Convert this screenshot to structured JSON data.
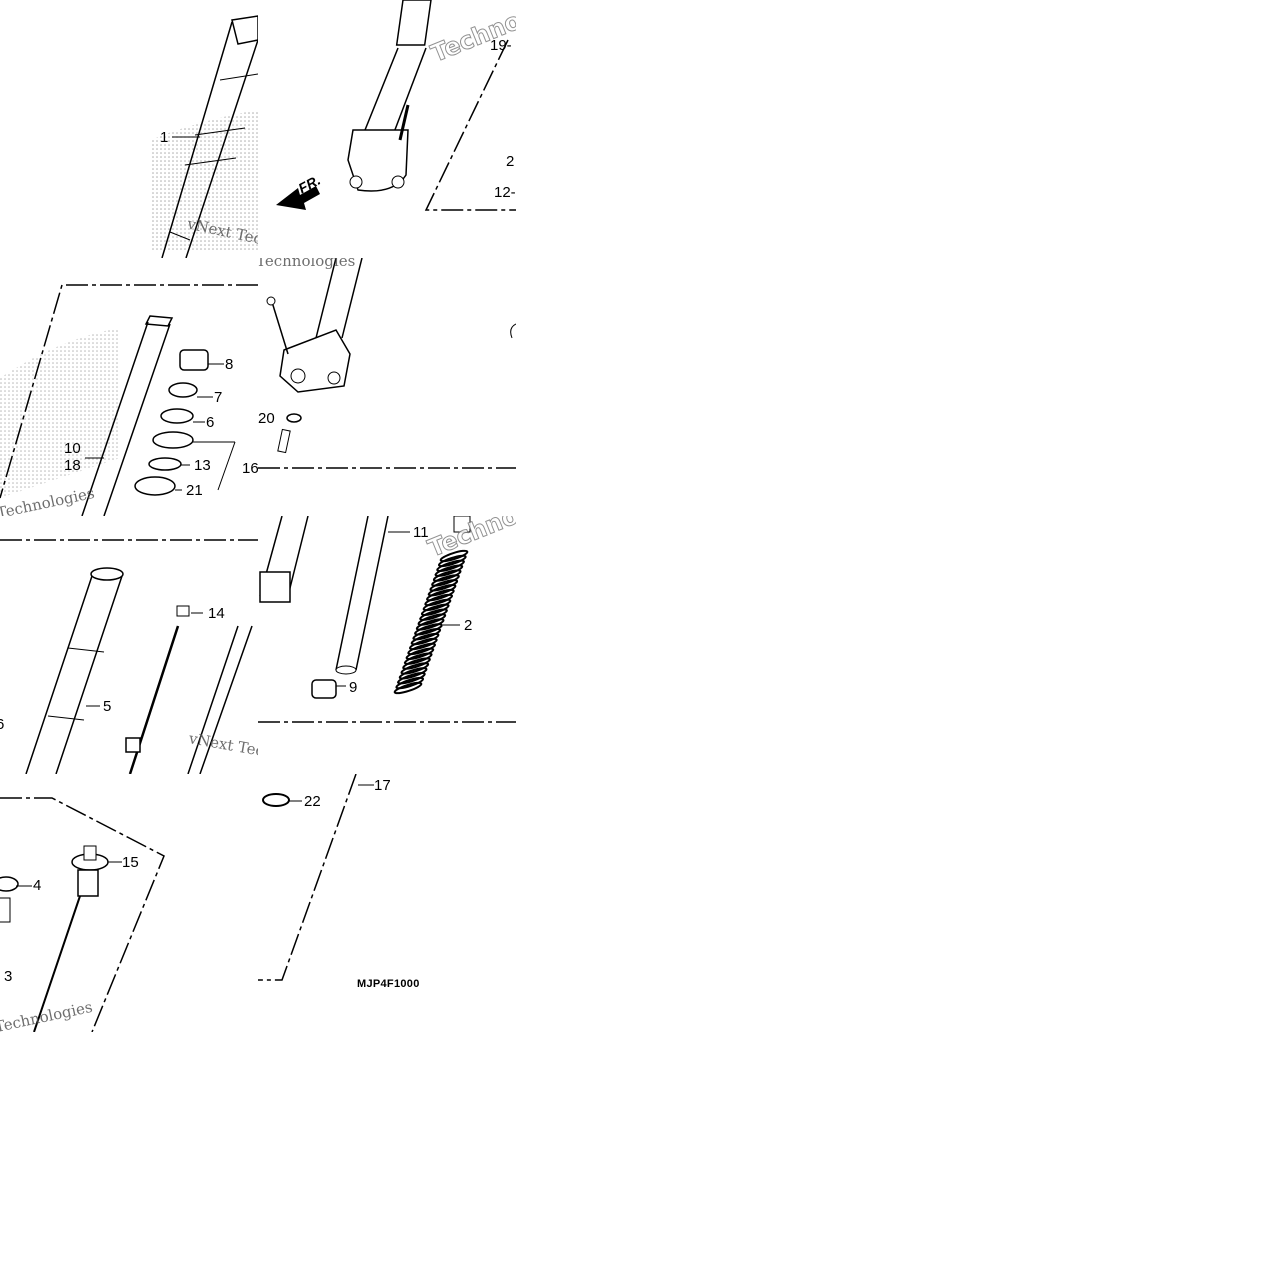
{
  "diagram": {
    "code": "MJP4F1000",
    "direction_label": "FR.",
    "watermark_text_1": "vNext Technologies",
    "watermark_text_2": "Technologies",
    "watermark_text_3": "Techno",
    "callouts": {
      "c1": "1",
      "c2": "2",
      "c3": "3",
      "c4": "4",
      "c5": "5",
      "c6": "6",
      "c7": "7",
      "c8": "8",
      "c9": "9",
      "c10": "10",
      "c11": "11",
      "c12": "12-",
      "c13": "13",
      "c14": "14",
      "c15": "15",
      "c16": "16",
      "c17": "17",
      "c18": "18",
      "c19": "19-",
      "c20": "20",
      "c21": "21",
      "c22": "22",
      "c2b": "2",
      "c16left": "6",
      "c3left": "3"
    }
  }
}
